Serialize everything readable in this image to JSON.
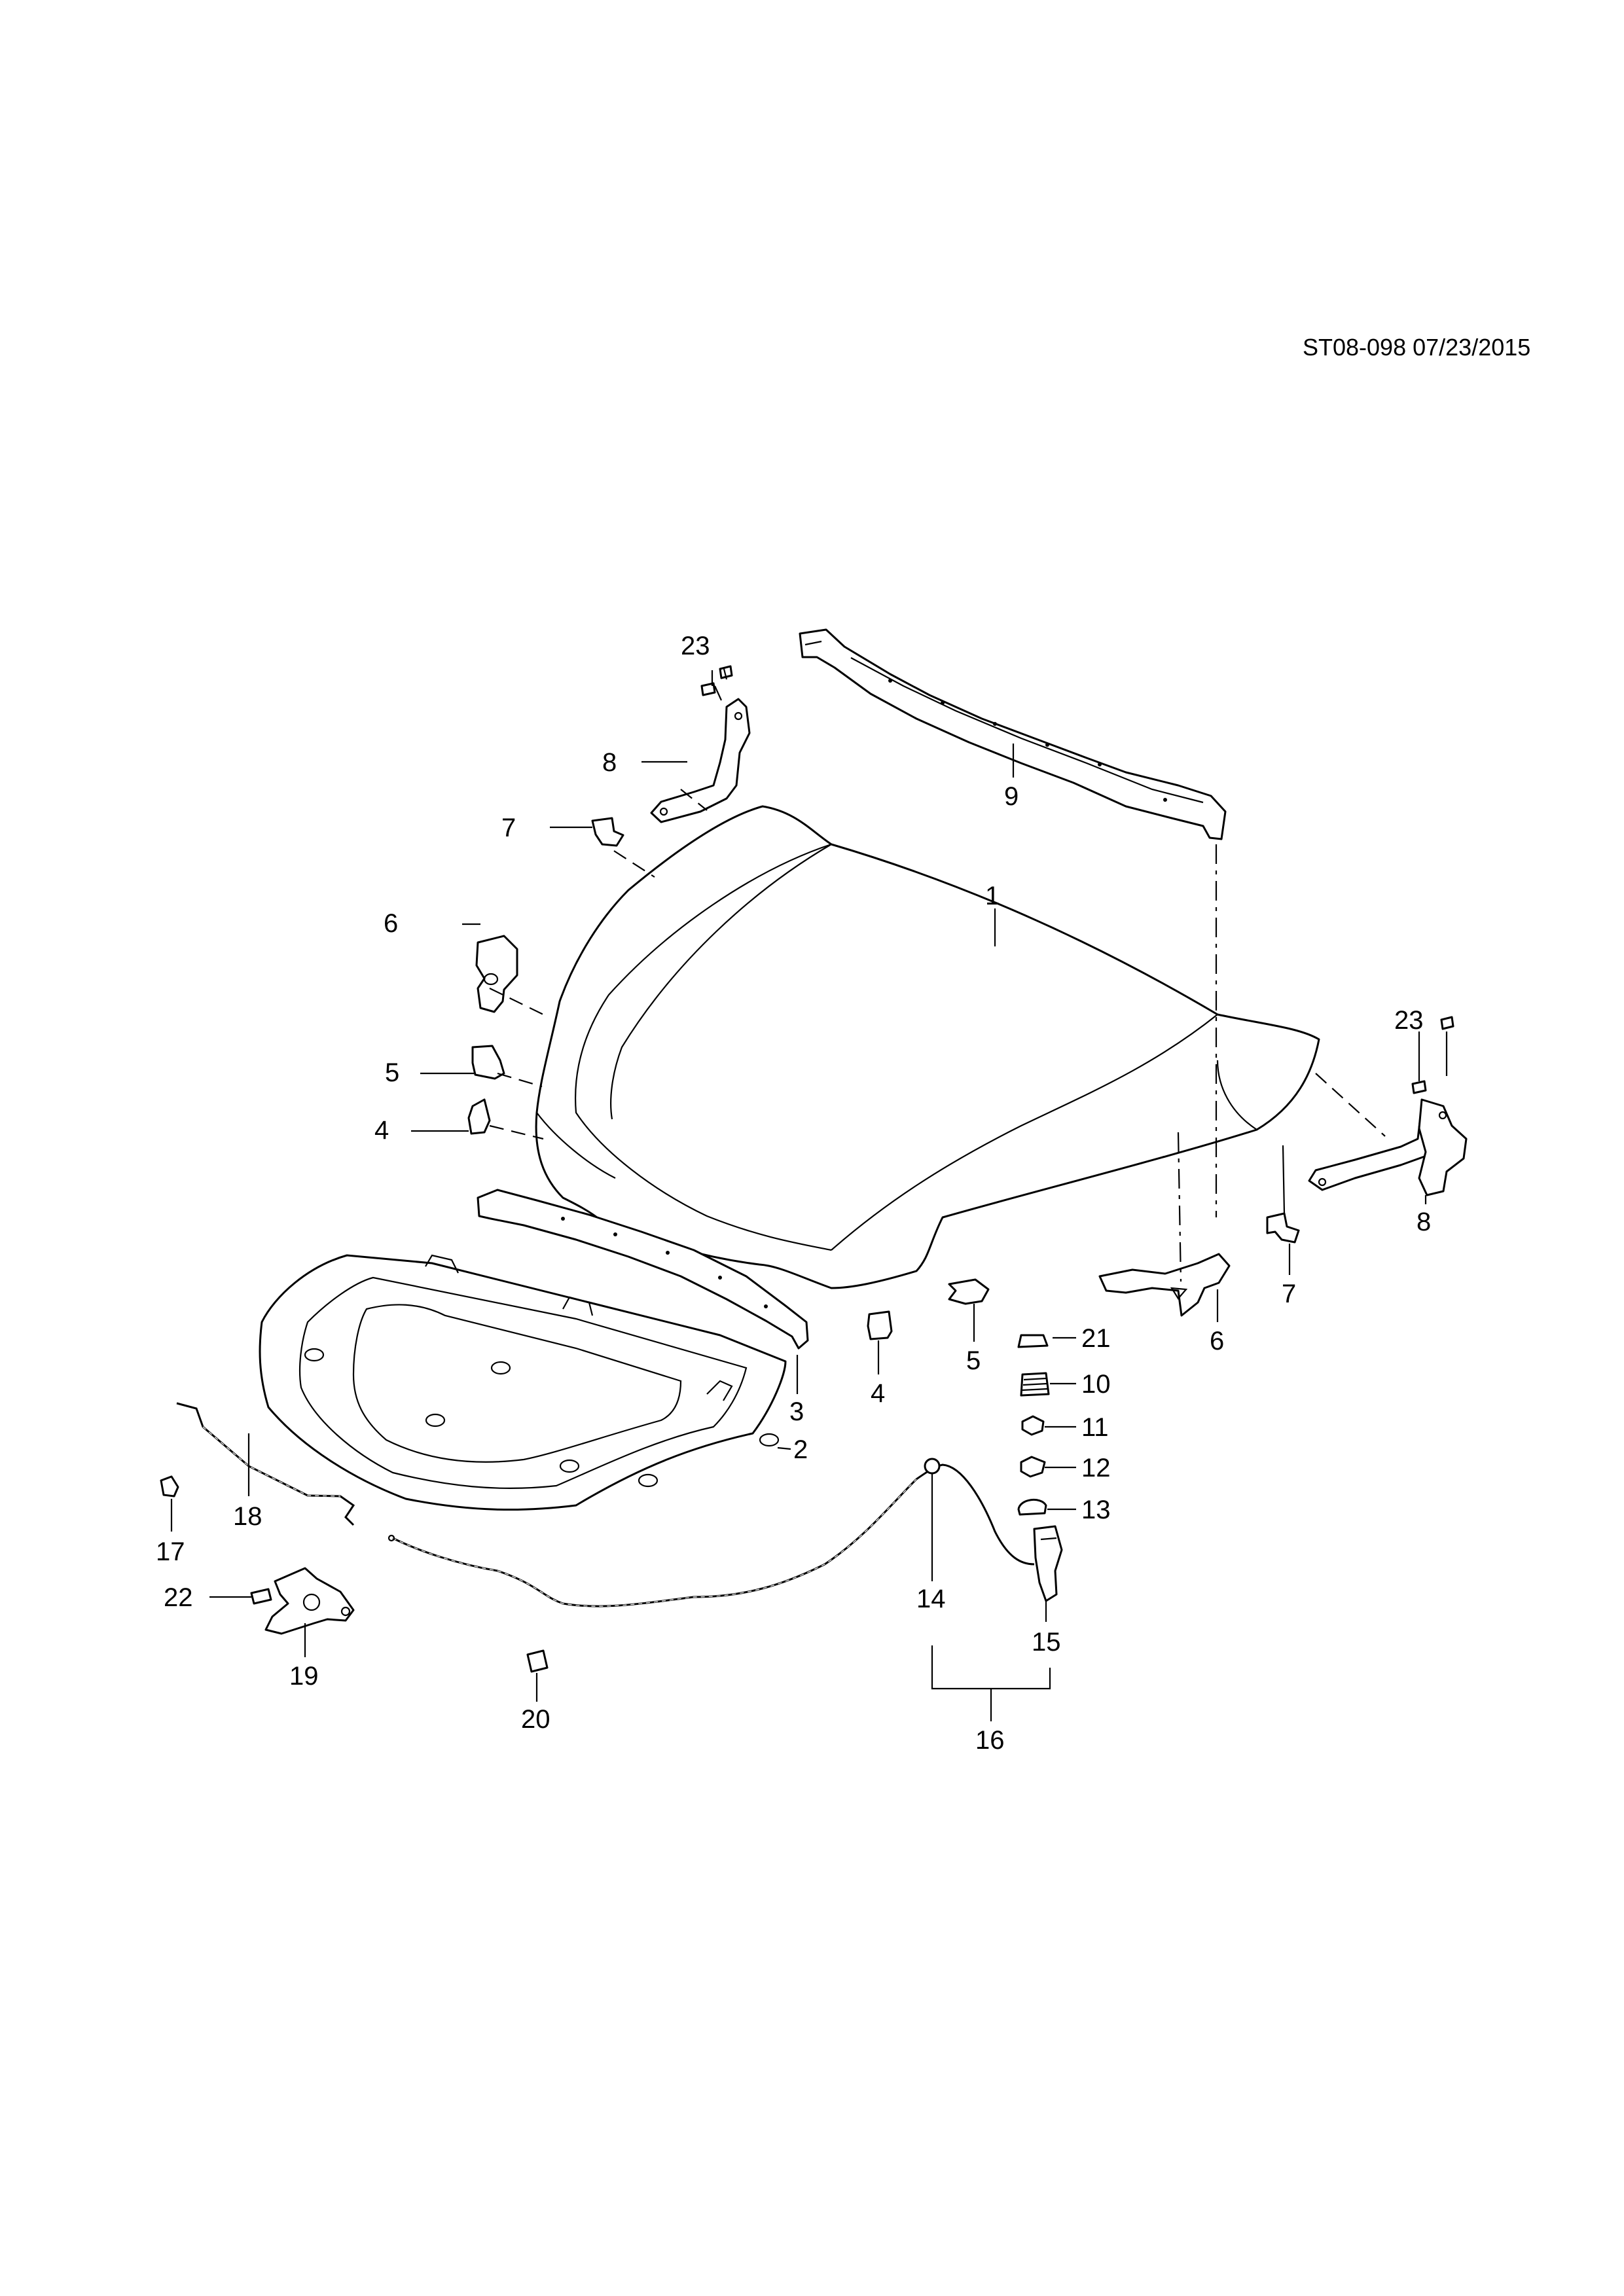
{
  "sheet": {
    "reference": "ST08-098 07/23/2015"
  },
  "callouts": {
    "c1": "1",
    "c2": "2",
    "c3": "3",
    "c4a": "4",
    "c4b": "4",
    "c5a": "5",
    "c5b": "5",
    "c6a": "6",
    "c6b": "6",
    "c7a": "7",
    "c7b": "7",
    "c8a": "8",
    "c8b": "8",
    "c9": "9",
    "c10": "10",
    "c11": "11",
    "c12": "12",
    "c13": "13",
    "c14": "14",
    "c15": "15",
    "c16": "16",
    "c17": "17",
    "c18": "18",
    "c19": "19",
    "c20": "20",
    "c21": "21",
    "c22": "22",
    "c23a": "23",
    "c23b": "23"
  }
}
